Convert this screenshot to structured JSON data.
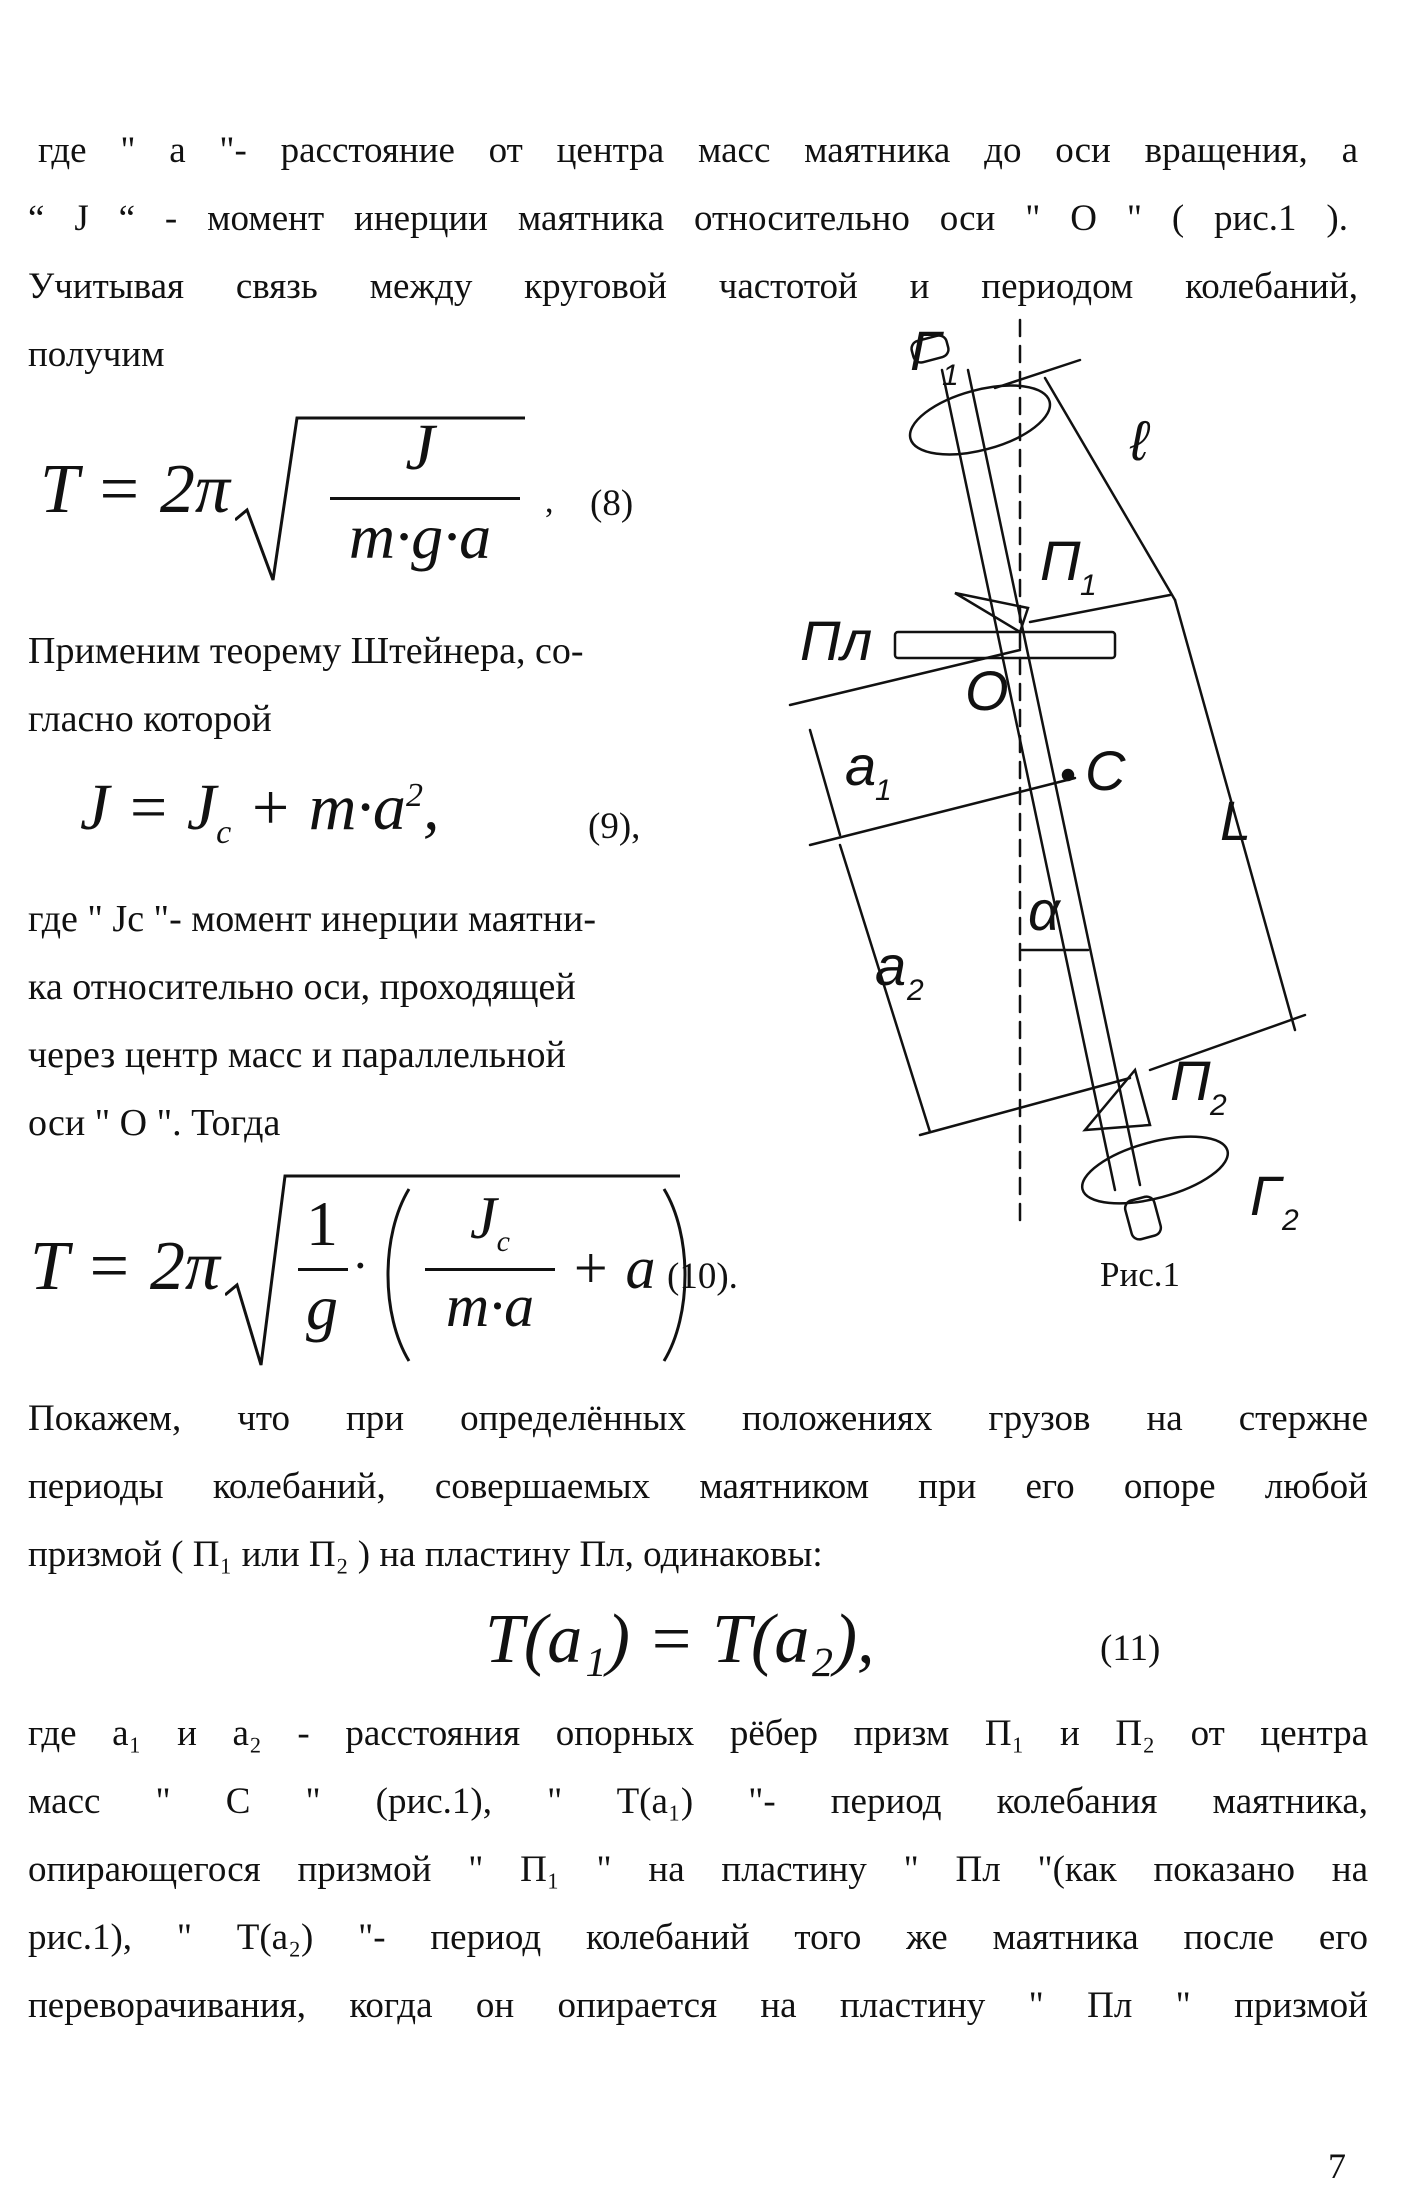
{
  "paragraph1": [
    "где \" a \"- расстояние от центра масс  маятника до  оси  вращения,    a",
    "“ J “ - момент инерции маятника относительно оси \" O \"     ( рис.1 ).",
    "Учитывая связь между круговой частотой и  периодом колебаний,",
    "получим"
  ],
  "formula8": {
    "lhs": "T = 2π",
    "numerator": "J",
    "denominator": "m·g·a",
    "trail": ",",
    "number": "(8)"
  },
  "paragraph2": [
    "Применим теорему Штейнера,  со-",
    "гласно которой"
  ],
  "formula9": {
    "text_J": "J",
    "text_eq": "= J",
    "sub_c": "c",
    "text_rest": "+ m·a",
    "sup_2": "2",
    "trail": ",",
    "number": "(9),"
  },
  "paragraph3": [
    "где \" Jc \"- момент инерции маятни-",
    "ка относительно оси, проходящей",
    "через центр масс и параллельной",
    " оси  \" O \". Тогда"
  ],
  "formula10": {
    "lhs": "T = 2π",
    "num1": "1",
    "den1": "g",
    "dot": "·",
    "numJ": "J",
    "subc": "c",
    "denMA": "m·a",
    "plus": "+ a",
    "number": "(10)."
  },
  "figure": {
    "labels": {
      "G1": "Г",
      "G1_sub": "1",
      "l": "ℓ",
      "P1": "П",
      "P1_sub": "1",
      "Pl": "Пл",
      "O": "O",
      "C": "C",
      "a1": "a",
      "a1_sub": "1",
      "L": "L",
      "alpha": "α",
      "a2": "a",
      "a2_sub": "2",
      "P2": "П",
      "P2_sub": "2",
      "G2": "Г",
      "G2_sub": "2"
    },
    "caption": "Рис.1"
  },
  "paragraph4": [
    "Покажем, что при определённых положениях  грузов  на стержне",
    "периоды колебаний, совершаемых маятником при его опоре любой",
    "призмой ( П₁ или П₂ ) на пластину Пл, одинаковы:"
  ],
  "formula11": {
    "text": "T(a₁) = T(a₂),",
    "number": "(11)"
  },
  "paragraph5": [
    "   где  a₁ и a₂ - расстояния  опорных  рёбер  призм  П₁  и  П₂  от центра",
    "масс  \"  C  \"    (рис.1),  \"  T(a₁)  \"-    период  колебания  маятника,",
    "опирающегося призмой  \"  П₁  \"  на  пластину  \"  Пл  \"(как  показано на",
    "рис.1),  \"  T(a₂)  \"-  период  колебаний  того  же  маятника  после  его",
    "переворачивания, когда он опирается на  пластину \" Пл \" призмой"
  ],
  "page_number": "7"
}
